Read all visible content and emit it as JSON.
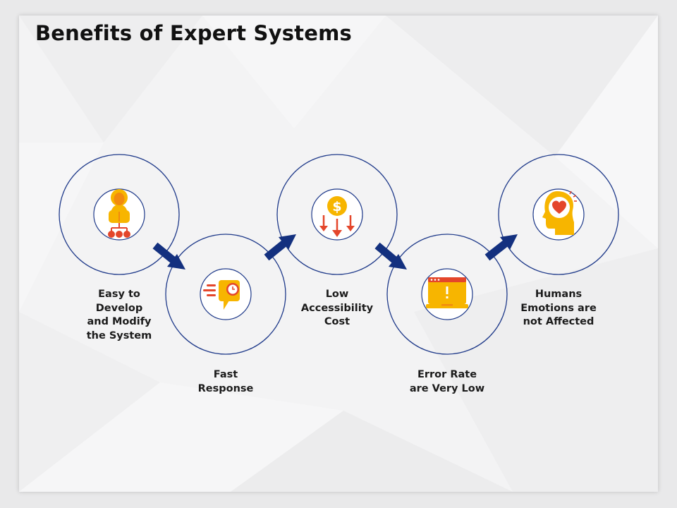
{
  "title": "Benefits of Expert Systems",
  "colors": {
    "ring": "#1f3a8a",
    "arrow": "#13307f",
    "icon_yellow": "#f7b500",
    "icon_orange": "#f28a0f",
    "icon_red": "#e4462b"
  },
  "steps": [
    {
      "label": "Easy to\nDevelop\nand Modify\nthe System",
      "icon": "person-network-icon"
    },
    {
      "label": "Fast\nResponse",
      "icon": "clock-chat-icon"
    },
    {
      "label": "Low\nAccessibility\nCost",
      "icon": "dollar-down-arrows-icon"
    },
    {
      "label": "Error Rate\nare Very Low",
      "icon": "laptop-warning-icon"
    },
    {
      "label": "Humans\nEmotions are\nnot Affected",
      "icon": "head-heart-icon"
    }
  ]
}
